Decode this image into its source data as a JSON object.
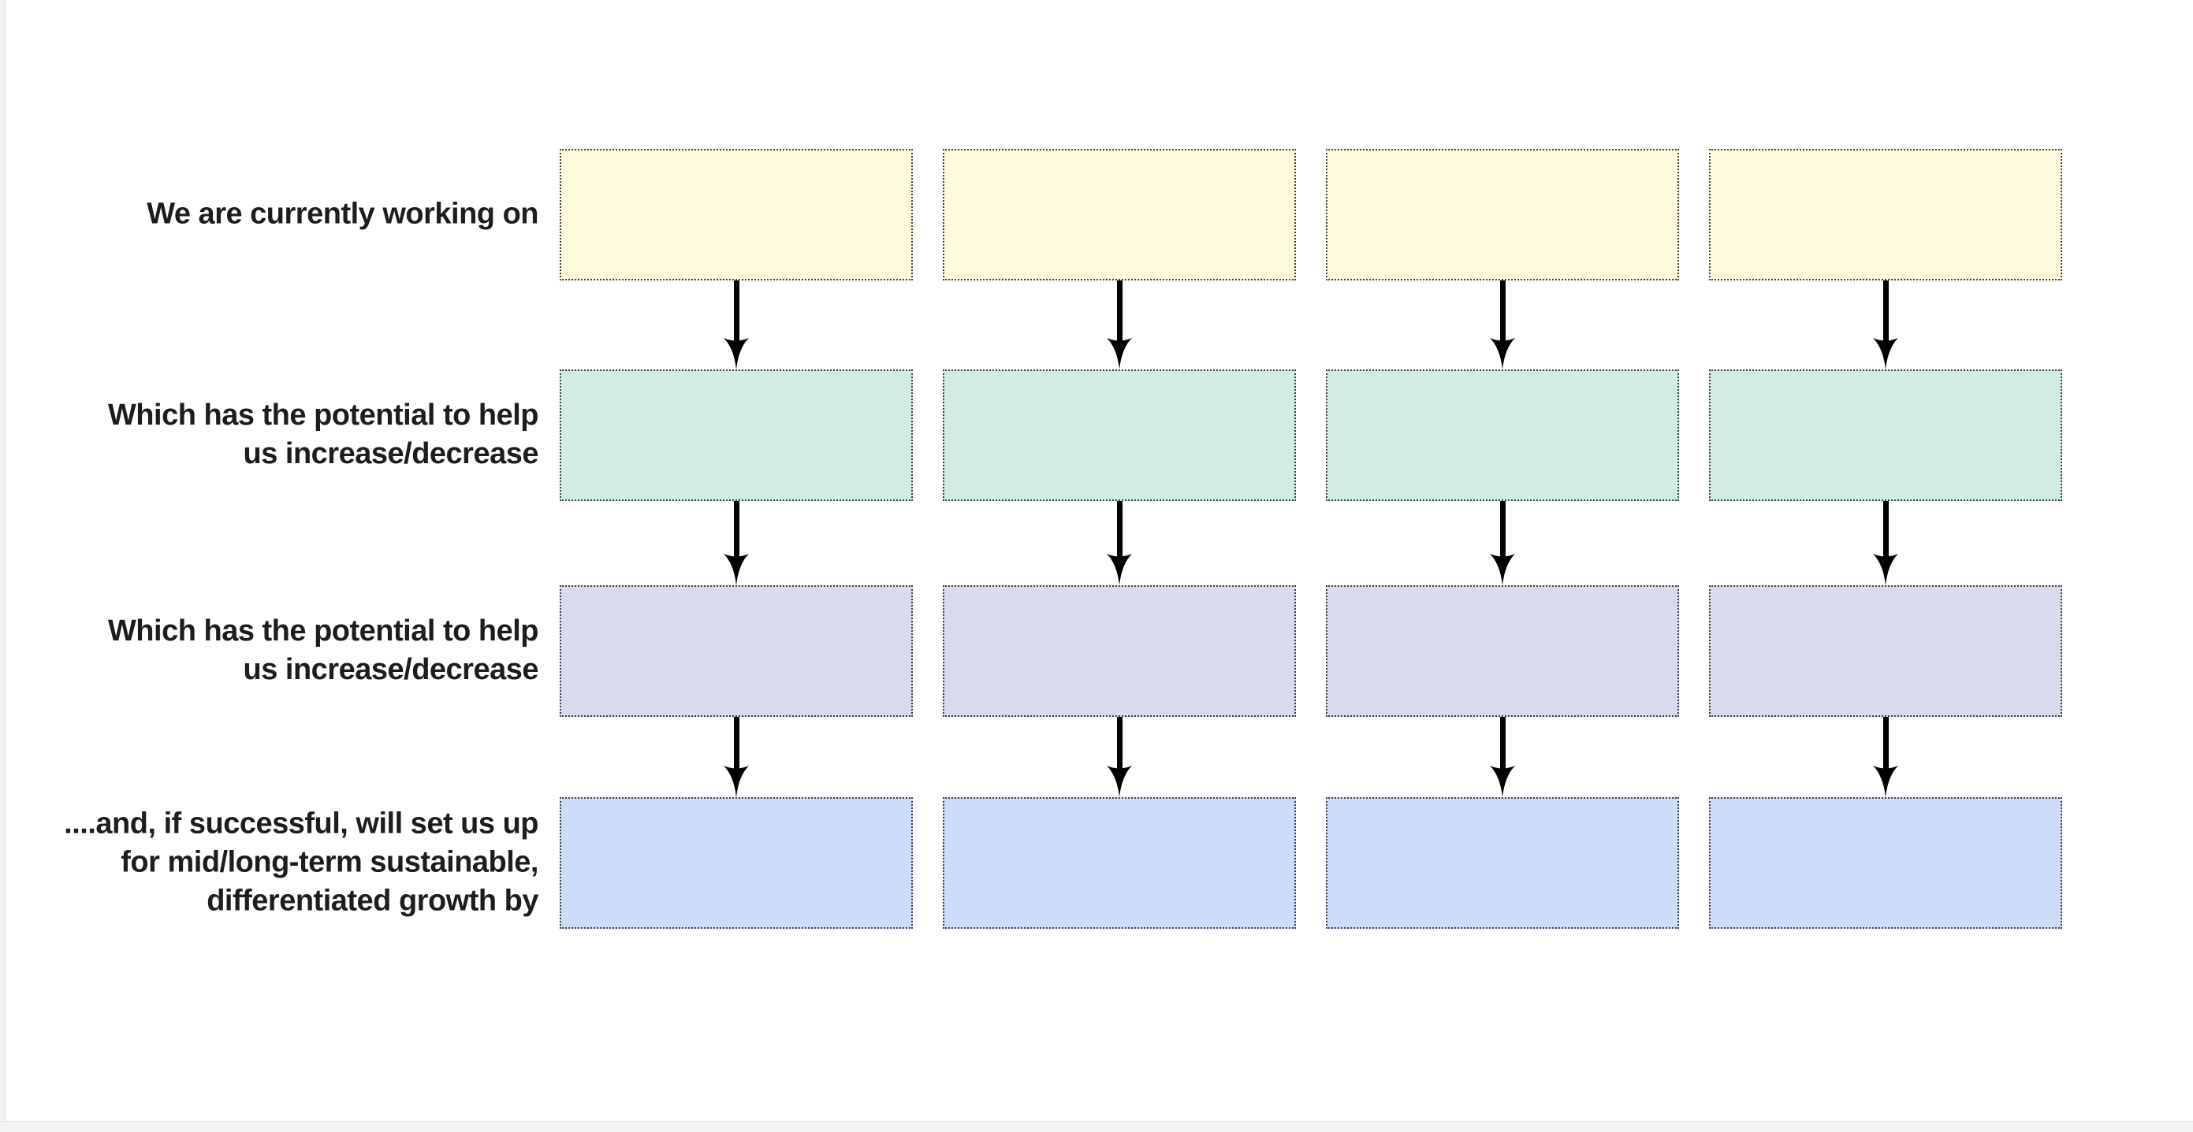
{
  "slide": {
    "background": "#ffffff",
    "frame_color": "#f1f1f4"
  },
  "diagram": {
    "type": "flow-matrix",
    "columns": 4,
    "box_border_color": "#3f3f3f",
    "arrow_color": "#000000",
    "text_color": "#1d1d1d",
    "rows": [
      {
        "label_lines": [
          "We are currently working on"
        ],
        "box_color": "#fdfbdb",
        "boxes": [
          "",
          "",
          "",
          ""
        ]
      },
      {
        "label_lines": [
          "Which has the potential to help",
          "us increase/decrease"
        ],
        "box_color": "#d1ece4",
        "boxes": [
          "",
          "",
          "",
          ""
        ]
      },
      {
        "label_lines": [
          "Which has the potential to help",
          "us increase/decrease"
        ],
        "box_color": "#d8daee",
        "boxes": [
          "",
          "",
          "",
          ""
        ]
      },
      {
        "label_lines": [
          "....and, if successful,  will set us up",
          "for mid/long-term sustainable,",
          "differentiated growth by"
        ],
        "box_color": "#ccdcf9",
        "boxes": [
          "",
          "",
          "",
          ""
        ]
      }
    ]
  }
}
